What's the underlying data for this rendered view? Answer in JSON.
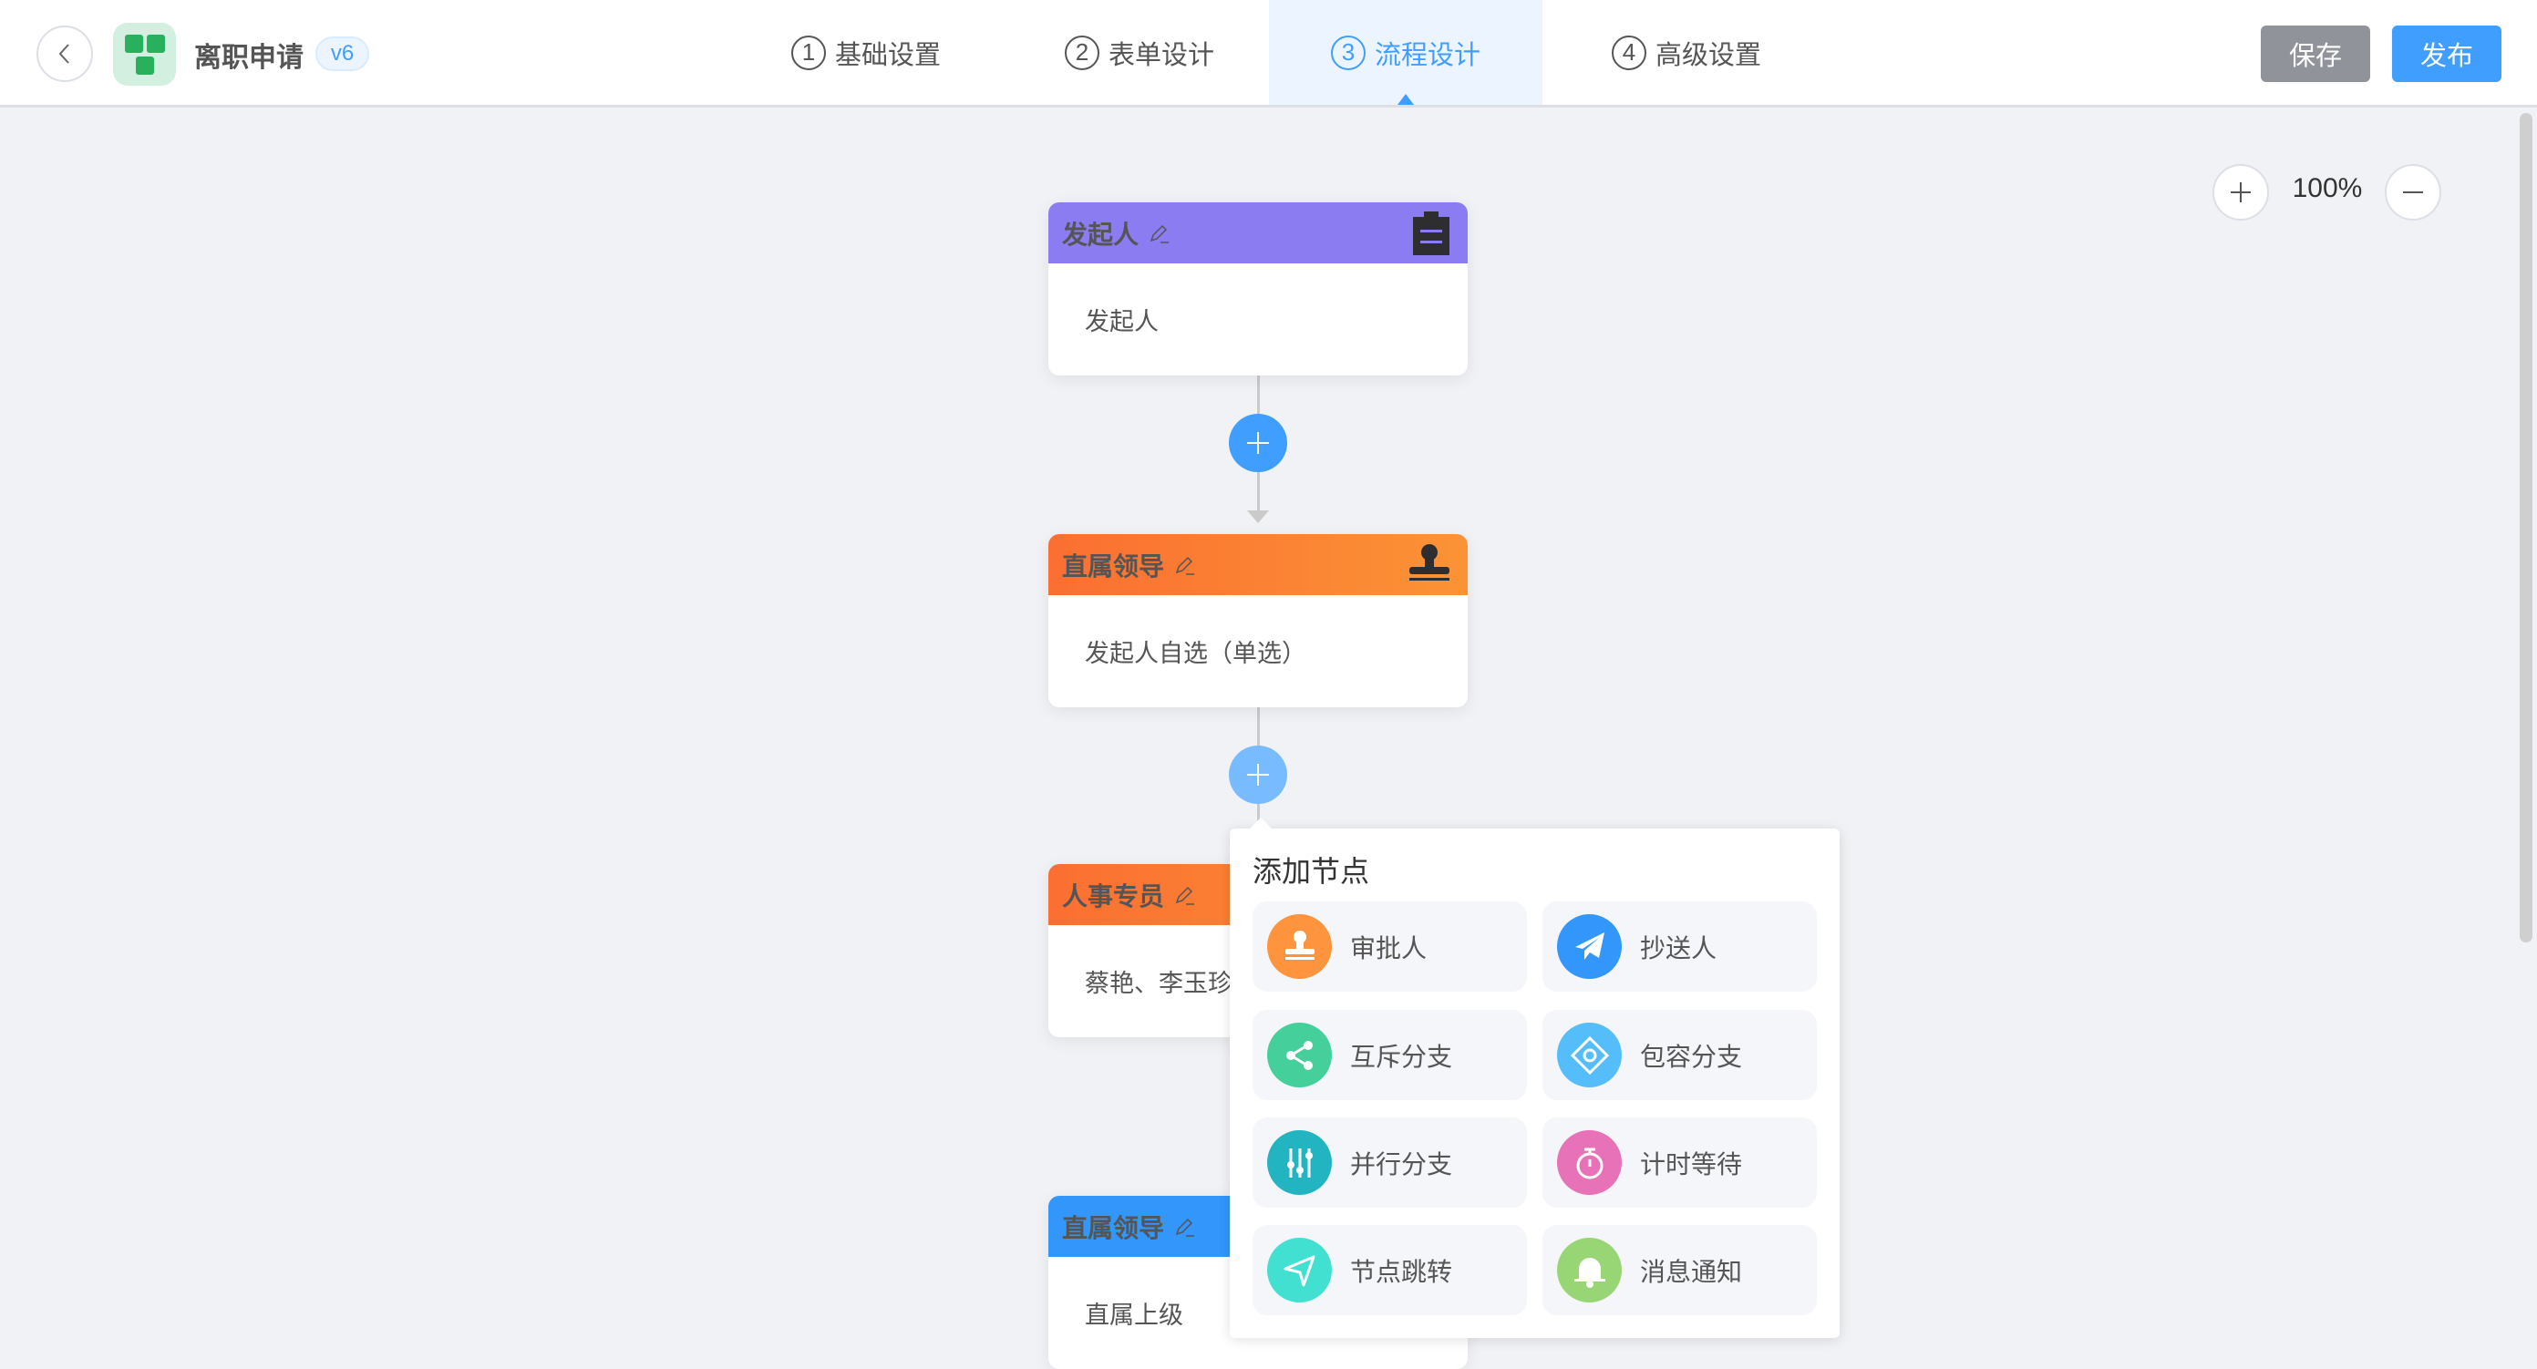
{
  "header": {
    "app_title": "离职申请",
    "version": "v6",
    "tabs": [
      {
        "num": "1",
        "label": "基础设置"
      },
      {
        "num": "2",
        "label": "表单设计"
      },
      {
        "num": "3",
        "label": "流程设计",
        "active": true
      },
      {
        "num": "4",
        "label": "高级设置"
      }
    ],
    "save_label": "保存",
    "publish_label": "发布"
  },
  "zoom": {
    "level": "100%"
  },
  "nodes": [
    {
      "title": "发起人",
      "content": "发起人",
      "color": "#8b7cf2"
    },
    {
      "title": "直属领导",
      "content": "发起人自选（单选）",
      "color": "#fb7a32"
    },
    {
      "title": "人事专员",
      "content": "蔡艳、李玉珍",
      "color": "#fb7a32"
    },
    {
      "title": "直属领导",
      "content": "直属上级",
      "color": "#3296fa"
    }
  ],
  "popup": {
    "title": "添加节点",
    "items": [
      {
        "label": "审批人",
        "icon": "stamp-icon",
        "color": "#ff943e"
      },
      {
        "label": "抄送人",
        "icon": "paper-plane-icon",
        "color": "#3296fa"
      },
      {
        "label": "互斥分支",
        "icon": "share-icon",
        "color": "#45cf9b"
      },
      {
        "label": "包容分支",
        "icon": "diamond-icon",
        "color": "#55bdfa"
      },
      {
        "label": "并行分支",
        "icon": "sliders-icon",
        "color": "#23b4c1"
      },
      {
        "label": "计时等待",
        "icon": "stopwatch-icon",
        "color": "#e872b7"
      },
      {
        "label": "节点跳转",
        "icon": "navigation-icon",
        "color": "#41e0d0"
      },
      {
        "label": "消息通知",
        "icon": "bell-icon",
        "color": "#98d675"
      }
    ]
  }
}
